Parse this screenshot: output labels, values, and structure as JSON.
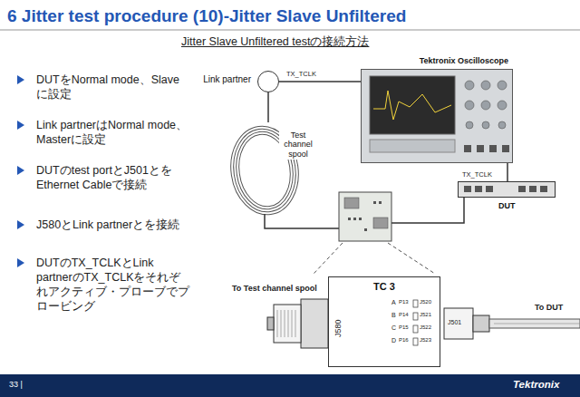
{
  "diagram": {
    "title": "6 Jitter test procedure (10)-Jitter Slave Unfiltered",
    "nodes": [
      {
        "text": [
          "Link partner"
        ]
      },
      {
        "text": [
          "Test channel spool"
        ]
      },
      {
        "text": [
          "Tektronix Oscilloscope"
        ]
      },
      {
        "text": [
          "DUT"
        ]
      },
      {
        "text": [
          "TC 3"
        ]
      }
    ],
    "edges": [
      {
        "from": 0,
        "to": 1,
        "arrow": "none"
      },
      {
        "from": 0,
        "to": 2,
        "arrow": "none"
      },
      {
        "from": 3,
        "to": 2,
        "arrow": "none"
      }
    ],
    "labels": [
      "Jitter Slave Unfiltered testの接続方法",
      "DUTをNormal mode、Slaveに設定",
      "Link partnerはNormal mode、Masterに設定",
      "DUTのtest portとJ501とをEthernet Cableで接続",
      "J580とLink partnerとを接続",
      "DUTのTX_TCLKとLink partnerのTX_TCLKをそれぞれアクティブ・プローブでプロービング",
      "TX_TCLK",
      "TX_TCLK",
      "To Test channel spool",
      "J580",
      "A",
      "P13",
      "J520",
      "B",
      "P14",
      "J521",
      "C",
      "P15",
      "J522",
      "D",
      "P16",
      "J523",
      "J501",
      "To DUT",
      "33 |",
      "Tektronix"
    ]
  }
}
